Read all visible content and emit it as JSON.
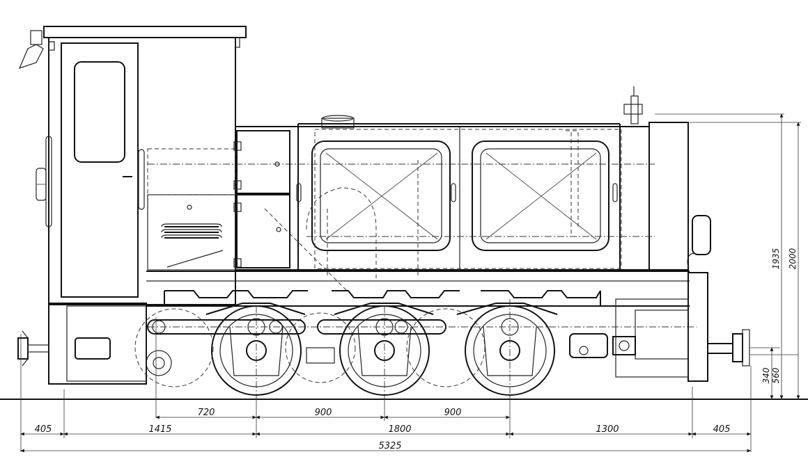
{
  "dimensions": {
    "d720": "720",
    "d900a": "900",
    "d900b": "900",
    "d405left": "405",
    "d1415": "1415",
    "d1800": "1800",
    "d1300": "1300",
    "d405right": "405",
    "d5325": "5325",
    "d1935": "1935",
    "d2000": "2000",
    "d340": "340",
    "d560": "560"
  }
}
